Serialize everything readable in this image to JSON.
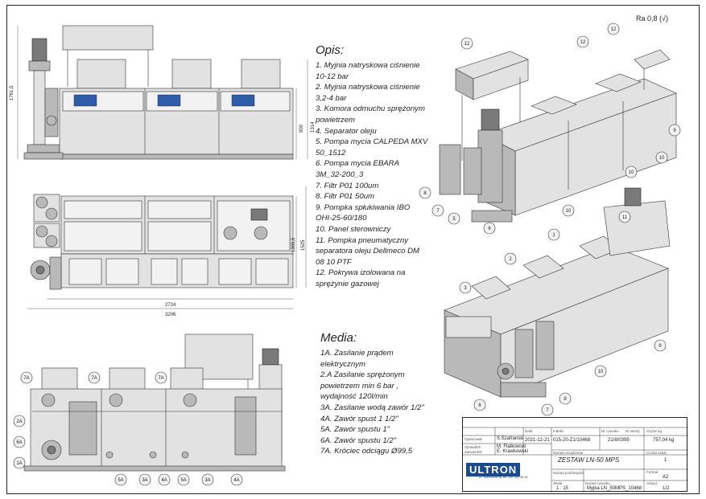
{
  "dimensions": {
    "height_total": "1761,5",
    "height_tank": "900",
    "height_mid": "1314",
    "width_total": "2724",
    "width_overall": "3206",
    "depth_1": "1305,5",
    "depth_2": "1525"
  },
  "opis": {
    "title": "Opis:",
    "items": [
      "1. Myjnia natryskowa ciśnienie",
      "10-12 bar",
      "2. Myjnia natryskowa ciśnienie",
      "3,2-4 bar",
      "3. Komora odmuchu sprężonym",
      "powietrzem",
      "4. Separator oleju",
      "5. Pompa mycia CALPEDA MXV",
      "50_1512",
      "6. Pompa mycia EBARA",
      "3M_32-200_3",
      "7. Filtr P01 100um",
      "8. Filtr P01 50um",
      "9. Pompka spłukiwania IBO",
      "OHI-25-60/180",
      "10. Panel sterowniczy",
      "11. Pompka pneumatyczny",
      "separatora oleju Dellmeco DM",
      "08 10 PTF",
      "12. Pokrywa izolowana na",
      "sprężynie gazowej"
    ]
  },
  "media": {
    "title": "Media:",
    "items": [
      "1A. Zasilanie prądem",
      "elektrycznym",
      "2.A Zasilanie sprężonym",
      "powietrzem min 6 bar ,",
      "wydajność 120l/min",
      "3A. Zasilanie wodą zawór 1/2\"",
      "4A. Zawór spust 1 1/2\"",
      "5A. Zawór spustu 1\"",
      "6A. Zawór spustu 1/2\"",
      "7A. Króciec odciągu Ø99,5"
    ]
  },
  "surface": {
    "roughness": "Ra 0,8"
  },
  "front_callouts": [
    "7A",
    "7A",
    "7A",
    "2A",
    "6A",
    "1A",
    "5A",
    "3A",
    "4A",
    "5A",
    "3A",
    "4A"
  ],
  "iso1_callouts": [
    "12",
    "12",
    "12",
    "8",
    "7",
    "5",
    "6",
    "10",
    "10",
    "10",
    "9"
  ],
  "iso2_callouts": [
    "1",
    "2",
    "3",
    "11",
    "9",
    "6",
    "7",
    "8",
    "10"
  ],
  "title_block": {
    "company": "ULTRON",
    "address": "ul. Słoneczna 56, tel. 000 000 00 00",
    "opracowal_label": "Opracował",
    "opracowal": "S.Szafranski",
    "sprawdzil_label": "Sprawdził",
    "sprawdzil": "M. Flatkowski",
    "zatwierdzil_label": "Zatwierdził",
    "zatwierdzil": "E. Krawkowski",
    "date_label": "Data",
    "date": "2021-12-21",
    "index_label": "Indeks",
    "index": "015-20-Z1/10468",
    "drawing_no_label": "Nr rysunku",
    "drawing_no": "21/8/0399",
    "version_label": "Nr wersji",
    "mass_label": "Ciężar kg",
    "mass": "757,04 kg",
    "name_label": "Nazwa urządzenia",
    "name": "ZESTAW LN-50 MPS",
    "sub_label": "Nazwa podzespołu",
    "qty_label": "Liczba sztuk",
    "qty": "1",
    "format_label": "Format",
    "format": "A2",
    "scale_label": "Skala",
    "scale": "1 : 15",
    "file_label": "Nazwa rysunku",
    "file": "Myjka LN_50MPS_10468",
    "sheet_label": "Arkusz",
    "sheet": "1/2"
  }
}
